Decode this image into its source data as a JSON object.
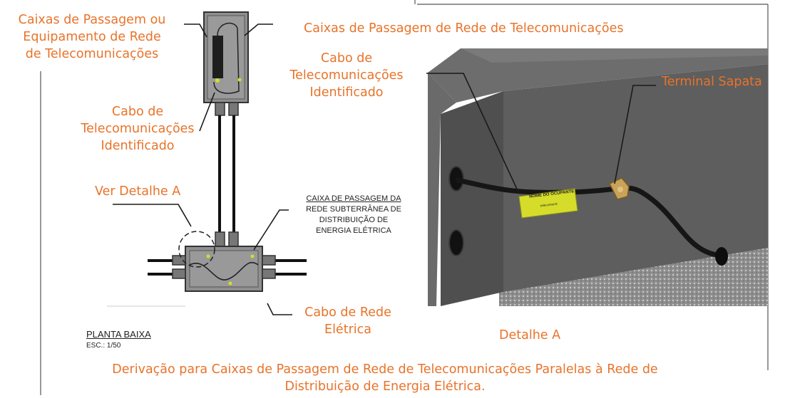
{
  "labels": {
    "box_or_equipment": [
      "Caixas de Passagem  ou",
      "Equipamento de Rede",
      "de Telecomunicações"
    ],
    "telecom_box_title": "Caixas de Passagem de Rede de Telecomunicações",
    "cable_identified_left": [
      "Cabo de",
      "Telecomunicações",
      "Identificado"
    ],
    "cable_identified_right": [
      "Cabo de",
      "Telecomunicações",
      "Identificado"
    ],
    "terminal": "Terminal Sapata",
    "see_detail": "Ver Detalhe A",
    "power_cable": [
      "Cabo de Rede",
      "Elétrica"
    ],
    "detail_a": "Detalhe A",
    "caption": [
      "Derivação para Caixas de Passagem de Rede de Telecomunicações Paralelas à Rede de",
      "Distribuição de Energia Elétrica."
    ]
  },
  "drawing": {
    "power_box_note": [
      "CAIXA DE PASSAGEM DA",
      "REDE SUBTERRÂNEA DE",
      "DISTRIBUIÇÃO DE",
      "ENERGIA ELÉTRICA"
    ],
    "plan_title": "PLANTA BAIXA",
    "scale": "ESC.: 1/50"
  },
  "detail_render": {
    "tag_text": "NOME DO OCUPANTE",
    "tag_subtext": "telecomunic"
  },
  "colors": {
    "annotation": "#e8732a",
    "concrete": "#5f5f5f",
    "tag": "#d6dc2a"
  }
}
